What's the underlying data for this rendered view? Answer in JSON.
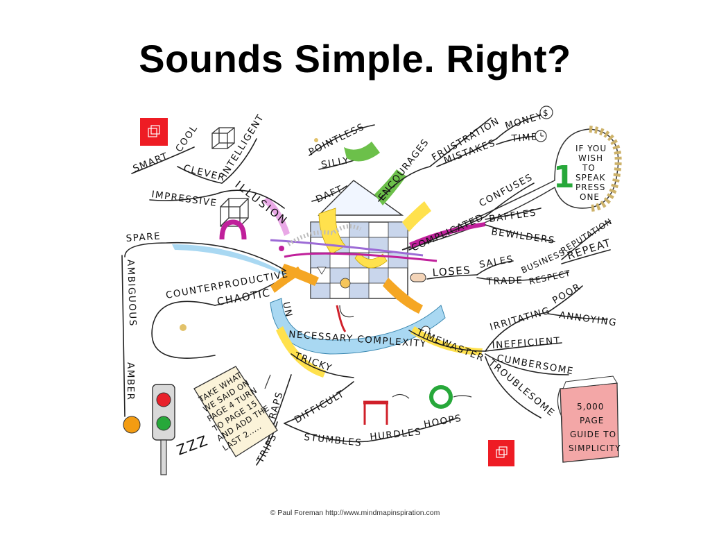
{
  "slide": {
    "title": "Sounds Simple. Right?",
    "credit": "© Paul Foreman http://www.mindmapinspiration.com"
  },
  "mindmap": {
    "branches": {
      "illusion": "ILLUSION",
      "smart": "SMART",
      "cool": "COOL",
      "clever": "CLEVER",
      "intelligent": "INTELLIGENT",
      "impressive": "IMPRESSIVE",
      "pointless": "POINTLESS",
      "silly": "SILLY",
      "daft": "DAFT",
      "encourages": "ENCOURAGES",
      "frustration": "FRUSTRATION",
      "mistakes": "MISTAKES",
      "money": "MONEY",
      "time": "TIME",
      "complicated": "COMPLICATED",
      "confuses": "CONFUSES",
      "baffles": "BAFFLES",
      "bewilders": "BEWILDERS",
      "loses": "LOSES",
      "sales": "SALES",
      "trade": "TRADE",
      "business": "BUSINESS",
      "respect": "RESPECT",
      "repeat": "REPEAT",
      "reputation": "REPUTATION",
      "spare": "SPARE",
      "ambiguous": "AMBIGUOUS",
      "amber": "AMBER",
      "chaotic": "CHAOTIC",
      "counterproductive": "COUNTERPRODUCTIVE",
      "un": "UN",
      "necessary_complexity": "NECESSARY COMPLEXITY",
      "timewaster": "TIMEWASTER",
      "irritating": "IRRITATING",
      "poor": "POOR",
      "annoying": "ANNOYING",
      "inefficient": "INEFFICIENT",
      "cumbersome": "CUMBERSOME",
      "troublesome": "TROUBLESOME",
      "tricky": "TRICKY",
      "difficult": "DIFFICULT",
      "traps": "TRAPS",
      "trips": "TRIPS",
      "stumbles": "STUMBLES",
      "hurdles": "HURDLES",
      "hoops": "HOOPS"
    },
    "phone_bubble": {
      "number": "1",
      "lines": [
        "IF YOU",
        "WISH",
        "TO",
        "SPEAK",
        "PRESS",
        "ONE"
      ]
    },
    "money_symbol": "$",
    "note_paper": {
      "lines": [
        "TAKE WHAT",
        "WE SAID ON",
        "PAGE 4 TURN",
        "TO PAGE 15",
        "AND ADD THE",
        "LAST 2....."
      ]
    },
    "sleep_text": "ZZZ",
    "book": {
      "lines": [
        "5,000",
        "PAGE",
        "GUIDE TO",
        "SIMPLICITY"
      ]
    },
    "colors": {
      "red_box": "#ee1c24",
      "traffic_red": "#e8212b",
      "traffic_green": "#27a83a",
      "amber_ball": "#f39c12",
      "book_cover": "#f3a7a7",
      "complexity_ribbon": "#a9d8f2",
      "yellow": "#ffe14d",
      "orange": "#f5a623",
      "green": "#6cc04a",
      "magenta": "#c0209b",
      "teal": "#3aa6b9"
    }
  }
}
